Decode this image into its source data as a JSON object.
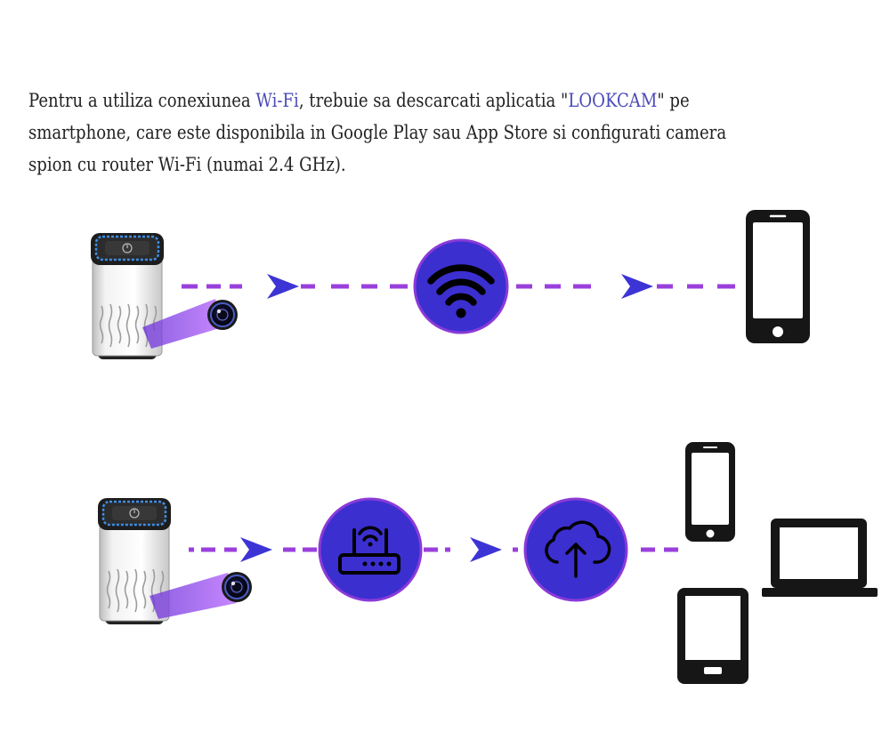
{
  "intro": {
    "part1": "Pentru a utiliza conexiunea ",
    "wifi": "Wi-Fi",
    "part2": ", trebuie sa descarcati aplicatia \"",
    "app": "LOOKCAM",
    "part3": "\" pe smartphone, care este disponibila in Google Play sau App Store si configurati camera spion cu router Wi-Fi (numai 2.4 GHz)."
  },
  "colors": {
    "circle_fill": "#3b2fd0",
    "circle_stroke": "#8a3ad8",
    "dash": "#9a3fdc",
    "arrow": "#3d34d6",
    "device": "#161616"
  },
  "icons": {
    "row1": [
      "camera-device",
      "wifi-icon",
      "smartphone-icon"
    ],
    "row2": [
      "camera-device",
      "router-icon",
      "cloud-upload-icon",
      "smartphone-icon",
      "laptop-icon",
      "tablet-icon"
    ]
  }
}
